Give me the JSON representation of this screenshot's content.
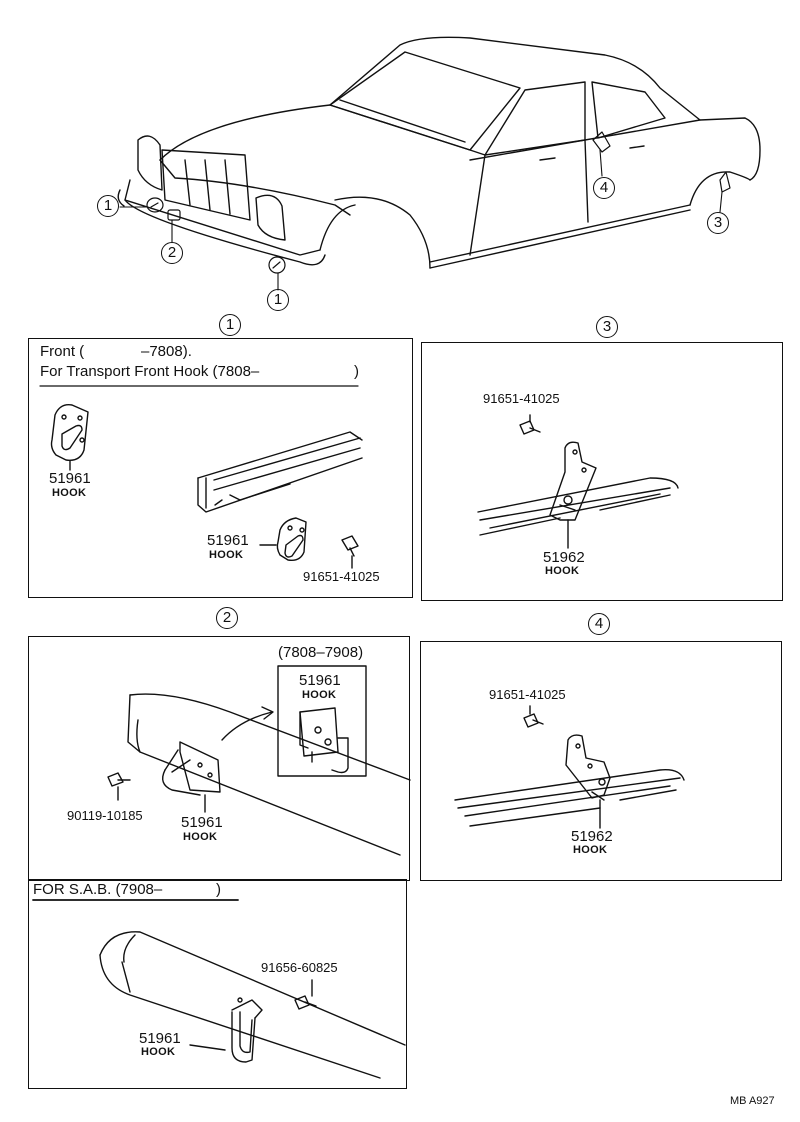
{
  "callouts": [
    "1",
    "2",
    "3",
    "4"
  ],
  "panel1": {
    "line1_a": "Front (",
    "line1_b": "–7808).",
    "line2_a": "For Transport Front Hook (7808–",
    "line2_b": ")",
    "part_hook_a": "51961",
    "hook_label": "HOOK",
    "part_hook_b": "51961",
    "part_bolt": "91651-41025"
  },
  "panel2": {
    "inset_range": "(7808–7908)",
    "inset_part": "51961",
    "part_bolt": "90119-10185",
    "part_hook": "51961",
    "hook_label": "HOOK"
  },
  "panel_sab": {
    "header_a": "FOR S.A.B. (7908–",
    "header_b": ")",
    "part_bolt": "91656-60825",
    "part_hook": "51961",
    "hook_label": "HOOK"
  },
  "panel3": {
    "part_bolt": "91651-41025",
    "part_hook": "51962",
    "hook_label": "HOOK"
  },
  "panel4": {
    "part_bolt": "91651-41025",
    "part_hook": "51962",
    "hook_label": "HOOK"
  },
  "footer_code": "MB A927"
}
